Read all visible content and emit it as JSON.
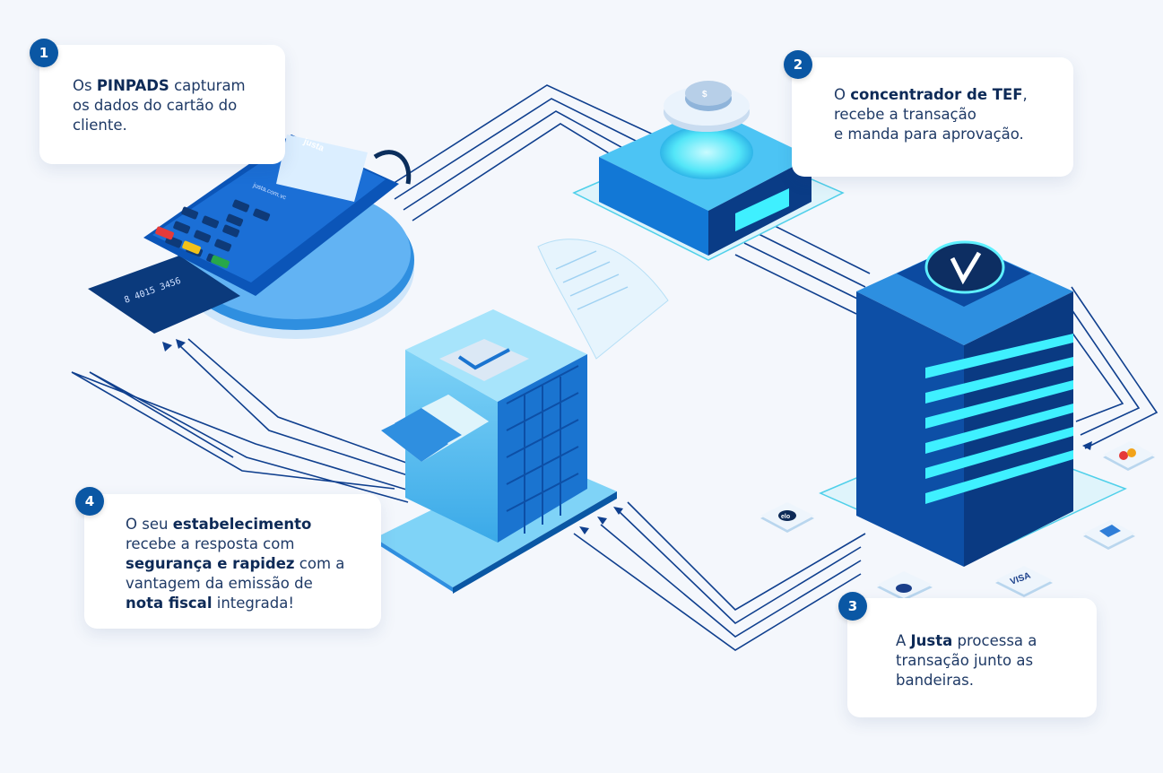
{
  "steps": [
    {
      "number": "1",
      "pre": "Os ",
      "bold": "PINPADS",
      "post": " capturam",
      "line2": "os dados do cartão do",
      "line3": "cliente."
    },
    {
      "number": "2",
      "pre": "O ",
      "bold": "concentrador de TEF",
      "post": ",",
      "line2": "recebe a transação",
      "line3": "e manda para aprovação."
    },
    {
      "number": "3",
      "pre": "A ",
      "bold": "Justa",
      "post": " processa a",
      "line2": "transação junto as",
      "line3": "bandeiras."
    },
    {
      "number": "4",
      "pre": "O seu ",
      "bold": "estabelecimento",
      "line2": "recebe a resposta com",
      "line3_bold": "segurança e rapidez",
      "line3_post": " com a",
      "line4": "vantagem da emissão de",
      "line5_bold": "nota fiscal",
      "line5_post": " integrada!"
    }
  ],
  "illustration": {
    "pinpad": {
      "brand": "justa",
      "model": "justa.com.vc",
      "card_number": "8 4015 3456"
    },
    "badges": [
      "VISA",
      "elo",
      "mastercard-icon",
      "amex-icon",
      "diners-icon"
    ]
  },
  "colors": {
    "accent": "#0a57a4",
    "card_text": "#1f3a66",
    "cyan_glow": "#3ff0ff",
    "line_blue": "#0f3f8e"
  }
}
